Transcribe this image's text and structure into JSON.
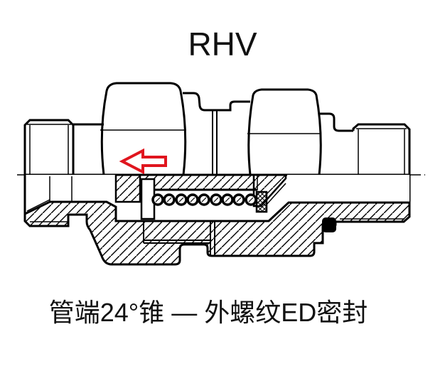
{
  "title": {
    "text": "RHV"
  },
  "caption": {
    "text": "管端24°锥 — 外螺纹ED密封"
  },
  "diagram": {
    "type": "technical-section-drawing",
    "subject": "check valve fitting, male stud both ends",
    "view": "upper half external view, lower half cross-section with 45-degree hatching",
    "flow_arrow": {
      "direction": "left",
      "color": "#e0151e",
      "style": "hollow outline"
    },
    "spring_coil_count": 9,
    "hex_count": 2,
    "line_color": "#000000",
    "background_color": "#ffffff",
    "seal": "ED elastomer seal shown as solid black ring at base of right thread"
  }
}
